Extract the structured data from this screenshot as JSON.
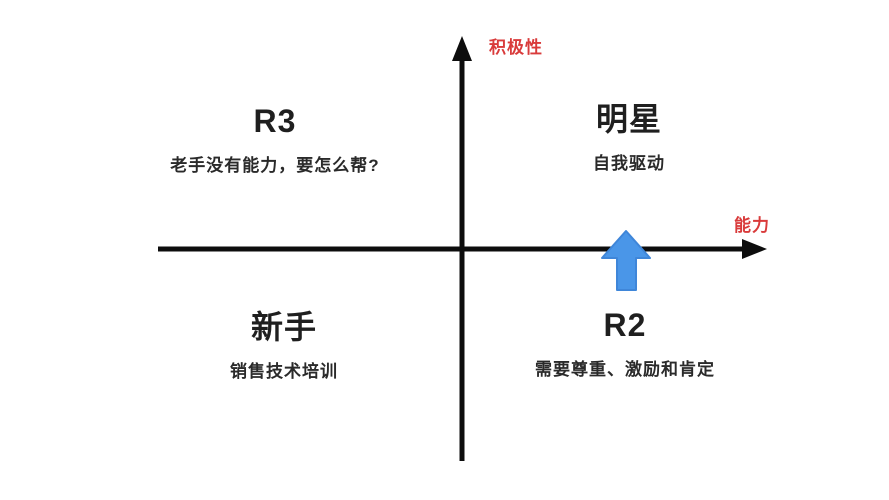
{
  "diagram": {
    "type": "quadrant-matrix",
    "y_axis_label": "积极性",
    "x_axis_label": "能力",
    "quadrants": {
      "top_left": {
        "title": "R3",
        "subtitle": "老手没有能力，要怎么帮?"
      },
      "top_right": {
        "title": "明星",
        "subtitle": "自我驱动"
      },
      "bottom_left": {
        "title": "新手",
        "subtitle": "销售技术培训"
      },
      "bottom_right": {
        "title": "R2",
        "subtitle": "需要尊重、激励和肯定"
      }
    },
    "marker": {
      "shape": "up-arrow"
    },
    "colors": {
      "background": "#ffffff",
      "axis": "#0d0d0d",
      "axis_label": "#d93b3b",
      "title_text": "#1f1f1f",
      "subtitle_text": "#2a2a2a",
      "marker_fill": "#4a96e8",
      "marker_edge": "#3f86d9"
    }
  }
}
